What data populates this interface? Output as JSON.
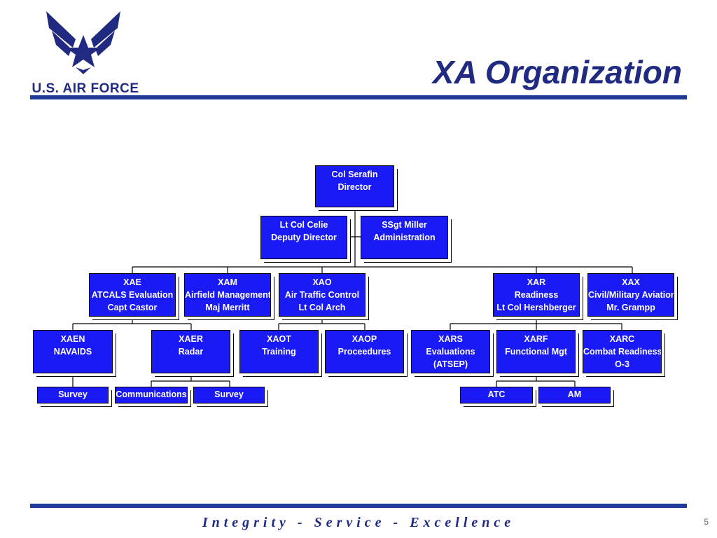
{
  "logo": {
    "text": "U.S. AIR FORCE",
    "icon": "air-force-wings-icon"
  },
  "title": "XA Organization",
  "footer": "Integrity - Service - Excellence",
  "page_number": "5",
  "colors": {
    "box_fill": "#1a1af5",
    "title": "#1f2a80",
    "rule": "#1f3a9a"
  },
  "org": {
    "director": [
      "Col Serafin",
      "Director"
    ],
    "deputy": [
      "Lt Col Celie",
      "Deputy Director"
    ],
    "admin": [
      "SSgt Miller",
      "Administration"
    ],
    "xae": [
      "XAE",
      "ATCALS Evaluation",
      "Capt Castor"
    ],
    "xam": [
      "XAM",
      "Airfield Management",
      "Maj Merritt"
    ],
    "xao": [
      "XAO",
      "Air Traffic Control",
      "Lt Col Arch"
    ],
    "xar": [
      "XAR",
      "Readiness",
      "Lt Col Hershberger"
    ],
    "xax": [
      "XAX",
      "Civil/Military Aviation",
      "Mr. Grampp"
    ],
    "xaen": [
      "XAEN",
      "NAVAIDS"
    ],
    "xaer": [
      "XAER",
      "Radar"
    ],
    "xaot": [
      "XAOT",
      "Training"
    ],
    "xaop": [
      "XAOP",
      "Proceedures"
    ],
    "xars": [
      "XARS",
      "Evaluations",
      "(ATSEP)"
    ],
    "xarf": [
      "XARF",
      "Functional Mgt"
    ],
    "xarc": [
      "XARC",
      "Combat Readiness",
      "O-3"
    ],
    "survey1": [
      "Survey"
    ],
    "communications": [
      "Communications"
    ],
    "survey2": [
      "Survey"
    ],
    "atc": [
      "ATC"
    ],
    "am": [
      "AM"
    ]
  }
}
